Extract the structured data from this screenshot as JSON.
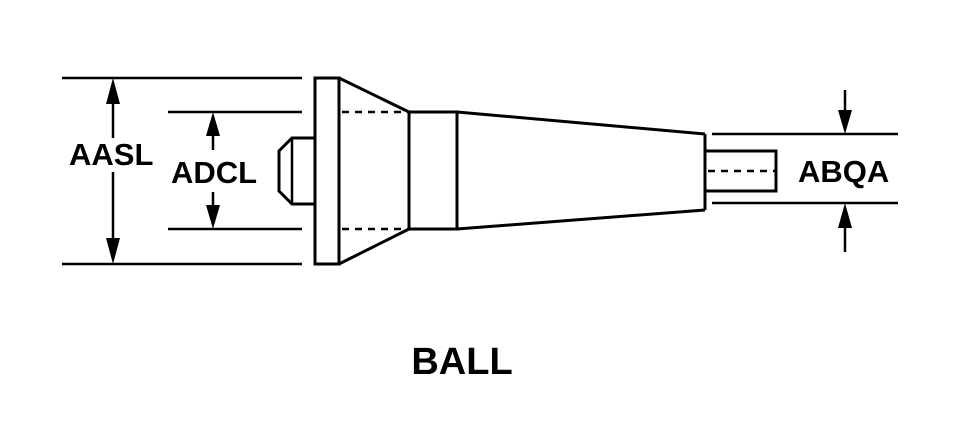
{
  "diagram": {
    "title": "BALL",
    "dimensions": [
      {
        "id": "aasl",
        "label": "AASL"
      },
      {
        "id": "adcl",
        "label": "ADCL"
      },
      {
        "id": "abqa",
        "label": "ABQA"
      }
    ],
    "colors": {
      "line": "#000000",
      "background": "#ffffff"
    }
  }
}
